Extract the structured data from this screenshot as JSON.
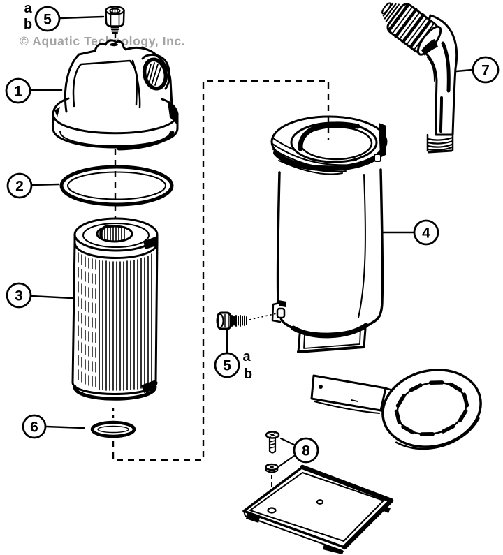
{
  "watermark": "© Aquatic Technology, Inc.",
  "callouts": {
    "head": "1",
    "head_oring": "2",
    "cartridge": "3",
    "tank": "4",
    "bolt_top": "5",
    "bolt_mid": "5",
    "tank_oring": "6",
    "elbow": "7",
    "plate_hardware": "8"
  },
  "letters": {
    "top_a": "a",
    "top_b": "b",
    "mid_a": "a",
    "mid_b": "b"
  },
  "colors": {
    "line": "#000000",
    "watermark": "#a3a3a3",
    "background": "#ffffff"
  }
}
